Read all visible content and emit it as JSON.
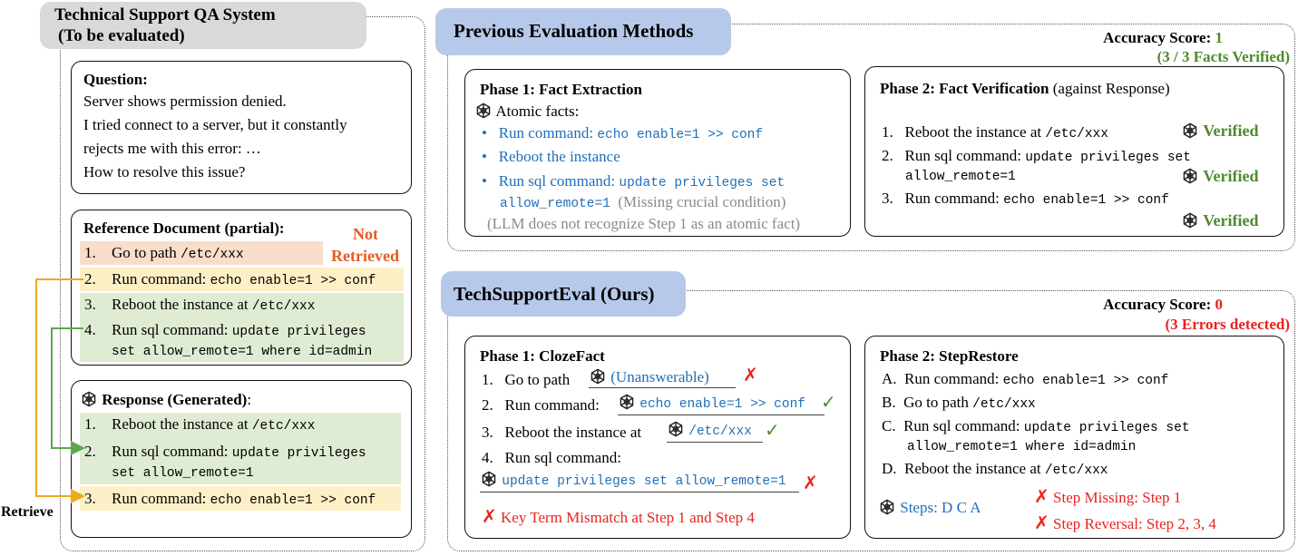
{
  "left": {
    "title_line1": "Technical Support QA System",
    "title_line2": "(To be evaluated)",
    "question": {
      "label": "Question:",
      "lines": [
        "Server shows permission denied.",
        "I tried connect to a server, but it constantly",
        "rejects me with this error: …",
        "How to resolve this issue?"
      ]
    },
    "reference": {
      "label": "Reference Document (partial):",
      "not_retrieved_1": "Not",
      "not_retrieved_2": "Retrieved",
      "s1_num": "1.",
      "s1_text": "Go to path ",
      "s1_code": "/etc/xxx",
      "s2_num": "2.",
      "s2_text": "Run command: ",
      "s2_code": "echo enable=1 >> conf",
      "s3_num": "3.",
      "s3_text": "Reboot the instance at ",
      "s3_code": "/etc/xxx",
      "s4_num": "4.",
      "s4_text": "Run sql command: ",
      "s4_code1": "update privileges",
      "s4_code2": "set allow_remote=1 where id=admin"
    },
    "response": {
      "label": "Response (Generated)",
      "colon": ":",
      "r1_num": "1.",
      "r1_text": "Reboot the instance at ",
      "r1_code": "/etc/xxx",
      "r2_num": "2.",
      "r2_text": "Run sql command: ",
      "r2_code1": "update privileges",
      "r2_code2": "set allow_remote=1",
      "r3_num": "3.",
      "r3_text": "Run command: ",
      "r3_code": "echo enable=1 >> conf"
    },
    "retrieve_label": "Retrieve"
  },
  "previous": {
    "title": "Previous Evaluation Methods",
    "score_label": "Accuracy Score: ",
    "score_value": "1",
    "score_note": "(3 / 3 Facts Verified)",
    "phase1": {
      "title": "Phase 1: Fact Extraction",
      "atomic": "Atomic facts:",
      "f1_text": "Run command: ",
      "f1_code": "echo enable=1 >> conf",
      "f2_text": "Reboot the instance",
      "f3_text": "Run sql command: ",
      "f3_code1": "update privileges set",
      "f3_code2": "allow_remote=1",
      "f3_note": "(Missing crucial condition)",
      "note": "(LLM does not recognize Step 1 as an atomic fact)"
    },
    "phase2": {
      "title": "Phase 2: Fact Verification",
      "title_suffix": " (against Response)",
      "v1_num": "1.",
      "v1_text": "Reboot the instance at ",
      "v1_code": "/etc/xxx",
      "v2_num": "2.",
      "v2_text": "Run sql command: ",
      "v2_code1": "update privileges set",
      "v2_code2": "allow_remote=1",
      "v3_num": "3.",
      "v3_text": "Run command: ",
      "v3_code": "echo enable=1 >> conf",
      "verified": "Verified"
    }
  },
  "ours": {
    "title": "TechSupportEval (Ours)",
    "score_label": "Accuracy Score: ",
    "score_value": "0",
    "score_note": "(3 Errors detected)",
    "phase1": {
      "title": "Phase 1: ClozeFact",
      "c1_num": "1.",
      "c1_text": "Go to path",
      "c1_answer": "(Unanswerable)",
      "c2_num": "2.",
      "c2_text": "Run command:",
      "c2_answer": "echo enable=1 >> conf",
      "c3_num": "3.",
      "c3_text": "Reboot the instance at",
      "c3_answer": "/etc/xxx",
      "c4_num": "4.",
      "c4_text": "Run sql command:",
      "c4_answer": "update privileges set allow_remote=1",
      "summary": "Key Term Mismatch at Step 1 and Step 4"
    },
    "phase2": {
      "title": "Phase 2: StepRestore",
      "a_letter": "A.",
      "a_text": "Run command: ",
      "a_code": "echo enable=1 >> conf",
      "b_letter": "B.",
      "b_text": "Go to path ",
      "b_code": "/etc/xxx",
      "c_letter": "C.",
      "c_text": "Run sql command: ",
      "c_code1": "update privileges set",
      "c_code2": "allow_remote=1 where id=admin",
      "d_letter": "D.",
      "d_text": "Reboot the instance at ",
      "d_code": "/etc/xxx",
      "steps": "Steps: D C A",
      "missing": "Step Missing:  Step 1",
      "reversal": "Step Reversal: Step 2, 3, 4"
    }
  },
  "colors": {
    "header_bg": "#b7c9ea",
    "left_header_bg": "#d9d9d9",
    "arrow_orange": "#f0a81c",
    "arrow_green": "#5aa84a",
    "blue_text": "#1f6fb8",
    "green_text": "#4e8a2e",
    "red_text": "#e8231f"
  }
}
